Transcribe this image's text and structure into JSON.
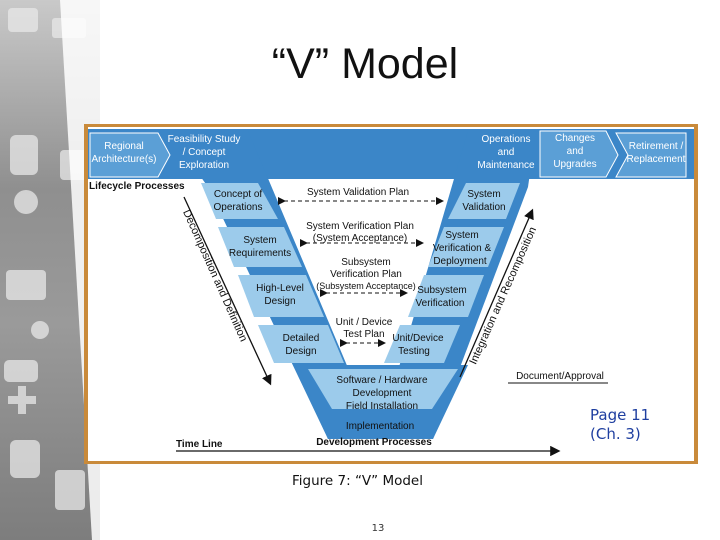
{
  "slide": {
    "title": "“V” Model",
    "caption": "Figure 7:  “V” Model",
    "page_ref_line1": "Page 11",
    "page_ref_line2": "(Ch. 3)",
    "slide_number": "13"
  },
  "diagram": {
    "left_outer": {
      "regional_l1": "Regional",
      "regional_l2": "Architecture(s)",
      "feasibility_l1": "Feasibility Study",
      "feasibility_l2": "/ Concept",
      "feasibility_l3": "Exploration"
    },
    "lifecycle_label": "Lifecycle Processes",
    "left_leg": {
      "concept_l1": "Concept of",
      "concept_l2": "Operations",
      "sysreq_l1": "System",
      "sysreq_l2": "Requirements",
      "hld_l1": "High-Level",
      "hld_l2": "Design",
      "detailed_l1": "Detailed",
      "detailed_l2": "Design"
    },
    "right_leg": {
      "sysval_l1": "System",
      "sysval_l2": "Validation",
      "sysver_l1": "System",
      "sysver_l2": "Verification &",
      "sysver_l3": "Deployment",
      "subver_l1": "Subsystem",
      "subver_l2": "Verification",
      "unit_l1": "Unit/Device",
      "unit_l2": "Testing"
    },
    "right_outer": {
      "ops_l1": "Operations",
      "ops_l2": "and",
      "ops_l3": "Maintenance",
      "changes_l1": "Changes",
      "changes_l2": "and",
      "changes_l3": "Upgrades",
      "retire_l1": "Retirement /",
      "retire_l2": "Replacement"
    },
    "bottom": {
      "sw_l1": "Software / Hardware",
      "sw_l2": "Development",
      "sw_l3": "Field Installation",
      "implementation": "Implementation",
      "dev_processes": "Development Processes"
    },
    "plans": {
      "validation_plan": "System Validation Plan",
      "verification_plan": "System Verification Plan",
      "system_acceptance": "(System Acceptance)",
      "subsystem_l1": "Subsystem",
      "subsystem_l2": "Verification Plan",
      "subsystem_acceptance": "(Subsystem Acceptance)",
      "unit_plan_l1": "Unit / Device",
      "unit_plan_l2": "Test Plan"
    },
    "side_labels": {
      "decomposition": "Decomposition and Definition",
      "integration": "Integration and Recomposition"
    },
    "document_approval": "Document/Approval",
    "time_line": "Time Line"
  },
  "colors": {
    "v_blue": "#3b86c8",
    "v_light": "#9ccbeb",
    "frame": "#c98a3a",
    "page_ref": "#1f3fa0"
  }
}
